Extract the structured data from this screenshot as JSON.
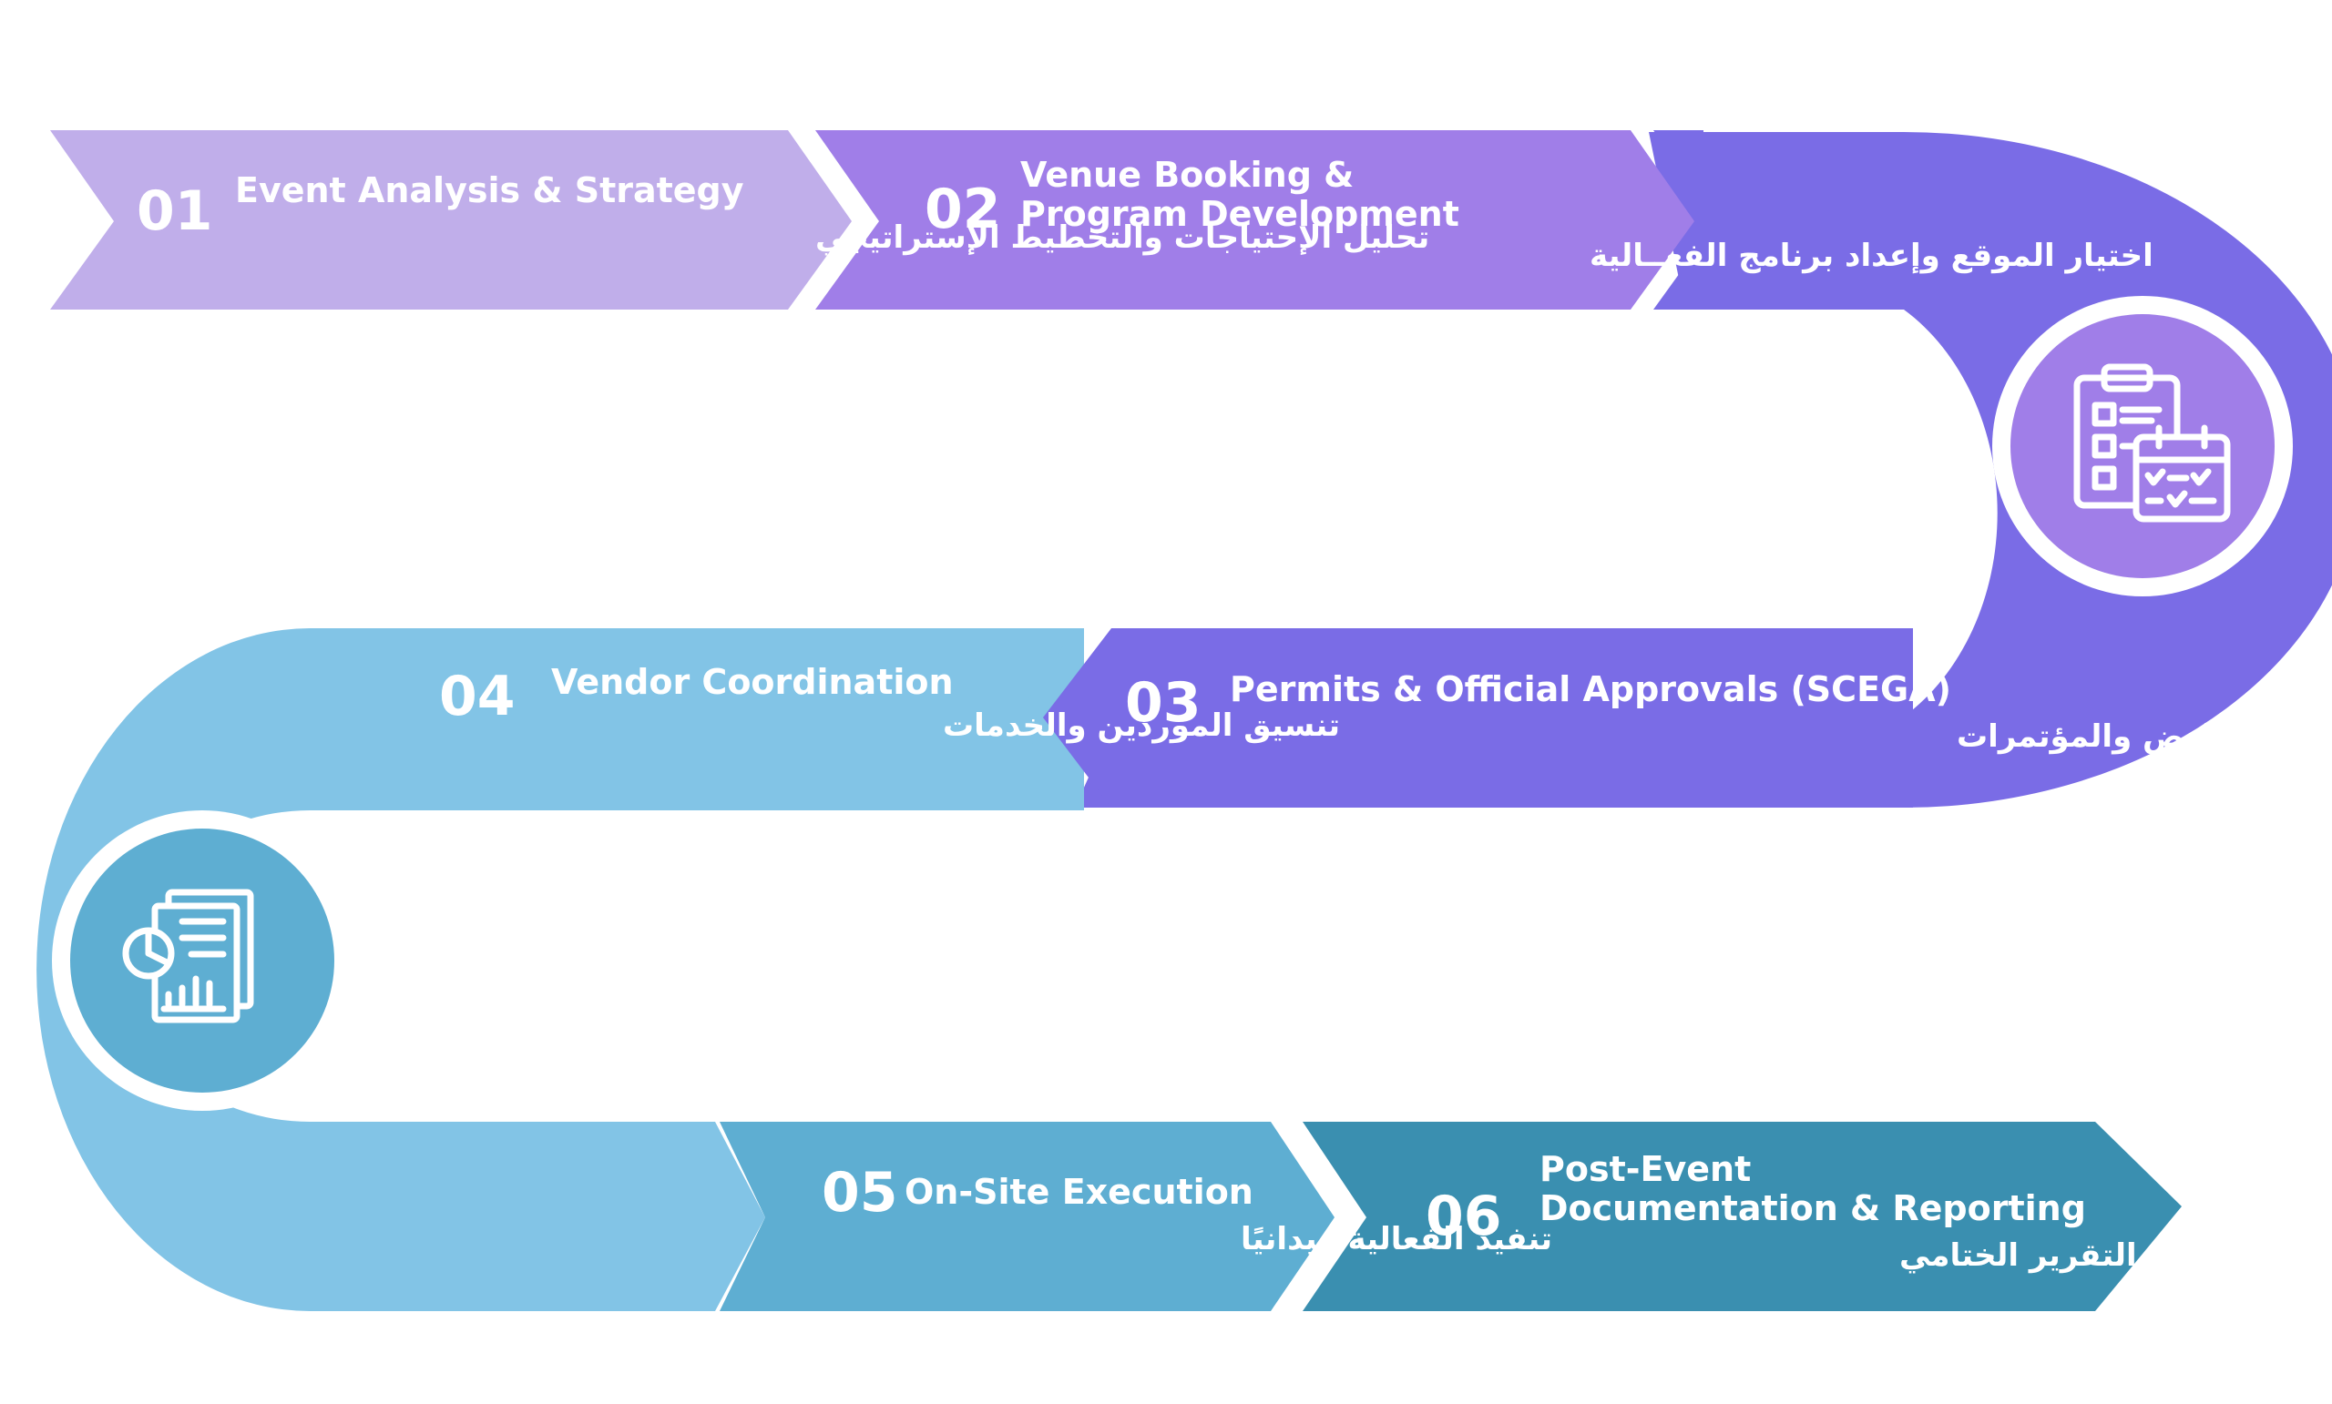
{
  "colors": {
    "step1": "#c0aeea",
    "step2": "#a07ee8",
    "step3": "#7a6ce6",
    "bend_top": "#7a6ce6",
    "circle_top": "#a07ee8",
    "step4": "#82c4e6",
    "bend_bottom": "#82c4e6",
    "circle_bottom": "#5eaed2",
    "step5": "#5eaed2",
    "step6": "#3a8fb0"
  },
  "icons": {
    "top_circle": "clipboard-calendar-icon",
    "bottom_circle": "report-chart-documents-icon"
  },
  "steps": [
    {
      "number": "01",
      "title_lines": [
        "Event Analysis & Strategy"
      ],
      "arabic": "تحليل الإحتياجات والتخطيط الإستراتيجي"
    },
    {
      "number": "02",
      "title_lines": [
        "Venue Booking &",
        "Program Development"
      ],
      "arabic": "اختيار الموقع وإعداد برنامج الفعــالية"
    },
    {
      "number": "03",
      "title_lines": [
        "Permits & Official Approvals (SCEGA)"
      ],
      "arabic": "التصاريح الرسمية من هيئة المعارض والمؤتمرات"
    },
    {
      "number": "04",
      "title_lines": [
        "Vendor Coordination"
      ],
      "arabic": "تنسيق الموردين والخدمات"
    },
    {
      "number": "05",
      "title_lines": [
        "On-Site Execution"
      ],
      "arabic": "تنفيذ الفعالية ميدانيًا"
    },
    {
      "number": "06",
      "title_lines": [
        "Post-Event",
        "Documentation & Reporting"
      ],
      "arabic": "التوثيق والتقرير الختامي"
    }
  ]
}
